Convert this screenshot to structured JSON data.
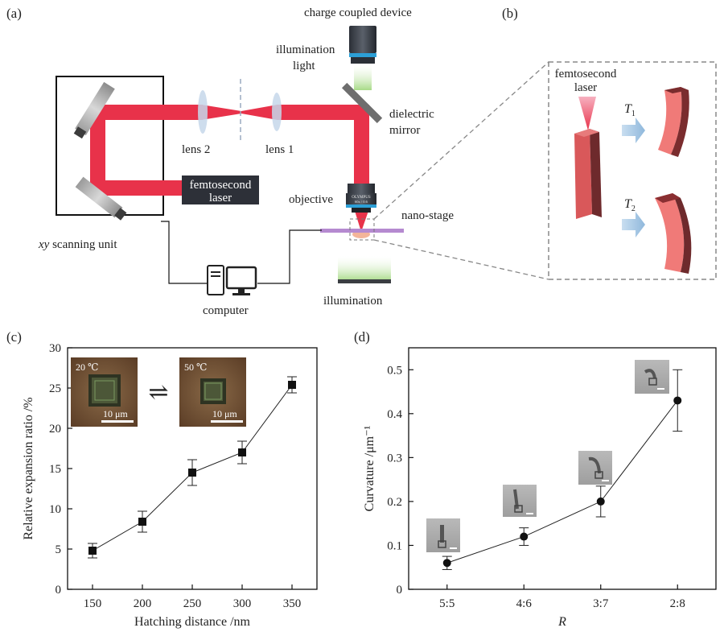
{
  "panel_a": {
    "label": "(a)",
    "text_ccd": "charge coupled device",
    "text_illum_light_1": "illumination",
    "text_illum_light_2": "light",
    "text_dielectric_1": "dielectric",
    "text_dielectric_2": "mirror",
    "text_lens2": "lens 2",
    "text_lens1": "lens 1",
    "text_laser_1": "femtosecond",
    "text_laser_2": "laser",
    "text_objective": "objective",
    "text_nanostage": "nano-stage",
    "text_xy": "xy",
    "text_scanning": " scanning unit",
    "text_computer": "computer",
    "text_illumination": "illumination",
    "objective_engraving_1": "OLYMPUS",
    "objective_engraving_2": "60x / 0.6",
    "colors": {
      "laser_beam": "#e8324a",
      "stage": "#b58ad0",
      "illum_glow": "#b9e39a",
      "ccd_band": "#2c9fd6"
    }
  },
  "panel_b": {
    "label": "(b)",
    "text_laser_1": "femtosecond",
    "text_laser_2": "laser",
    "t1_main": "T",
    "t1_sub": "1",
    "t2_main": "T",
    "t2_sub": "2"
  },
  "panel_c": {
    "label": "(c)",
    "inset_left_temp": "20 ℃",
    "inset_right_temp": "50 ℃",
    "inset_scale": "10 μm",
    "exchange_arrows": "⇌"
  },
  "panel_d": {
    "label": "(d)"
  },
  "chart_data": [
    {
      "type": "line",
      "panel": "(c)",
      "xlabel": "Hatching distance /nm",
      "ylabel": "Relative expansion ratio /%",
      "xlim": [
        125,
        375
      ],
      "ylim": [
        0,
        30
      ],
      "xticks": [
        150,
        200,
        250,
        300,
        350
      ],
      "yticks": [
        0,
        5,
        10,
        15,
        20,
        25,
        30
      ],
      "marker": "square",
      "x": [
        150,
        200,
        250,
        300,
        350
      ],
      "y": [
        4.8,
        8.4,
        14.5,
        17.0,
        25.4
      ],
      "err": [
        0.9,
        1.3,
        1.6,
        1.4,
        1.0
      ]
    },
    {
      "type": "line",
      "panel": "(d)",
      "xlabel": "R",
      "ylabel": "Curvature /μm⁻¹",
      "ylim": [
        0,
        0.55
      ],
      "categories": [
        "5:5",
        "4:6",
        "3:7",
        "2:8"
      ],
      "yticks": [
        0,
        0.1,
        0.2,
        0.3,
        0.4,
        0.5
      ],
      "marker": "circle",
      "y": [
        0.06,
        0.12,
        0.2,
        0.43
      ],
      "err": [
        0.015,
        0.02,
        0.035,
        0.07
      ]
    }
  ]
}
